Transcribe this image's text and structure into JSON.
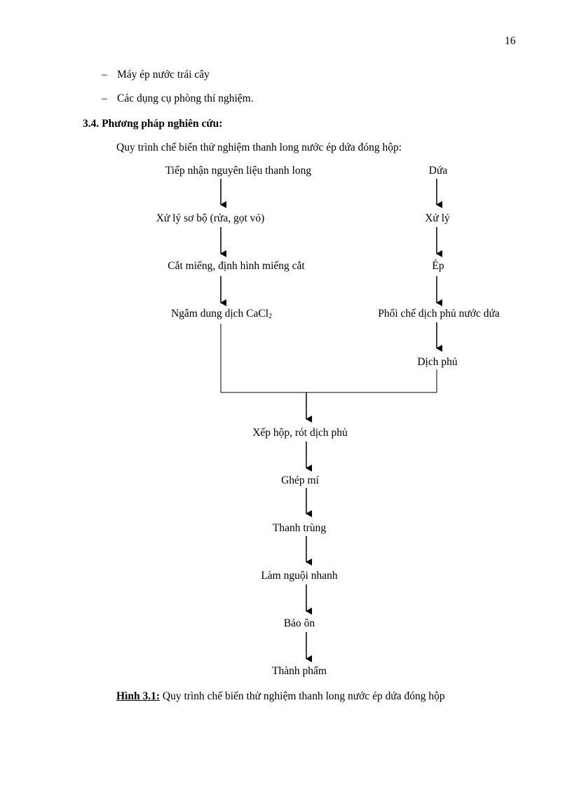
{
  "page_number": "16",
  "bullets": [
    {
      "dash": "–",
      "text": "Máy ép nước trái cây"
    },
    {
      "dash": "–",
      "text": "Các dụng cụ phòng thí nghiệm."
    }
  ],
  "section_heading": "3.4. Phương pháp nghiên cứu:",
  "intro": "Quy trình chế biến thử nghiệm thanh long nước ép dứa đóng hộp:",
  "flowchart": {
    "left_branch": [
      "Tiếp nhận nguyên liệu thanh long",
      "Xử lý sơ bộ (rửa, gọt vỏ)",
      "Cắt miếng, định hình miếng cắt",
      "Ngâm dung dịch CaCl"
    ],
    "cacl_subscript": "2",
    "right_branch": [
      "Dứa",
      "Xử lý",
      "Ép",
      "Phối chế dịch phủ nước dứa",
      "Dịch phủ"
    ],
    "main_steps": [
      "Xếp hộp, rót dịch phủ",
      "Ghép mí",
      "Thanh trùng",
      "Làm nguội nhanh",
      "Bảo ôn",
      "Thành phẩm"
    ]
  },
  "caption": {
    "label": "Hình 3.1:",
    "text": " Quy trình chế biến thử nghiệm thanh long nước ép dứa đóng hộp"
  }
}
